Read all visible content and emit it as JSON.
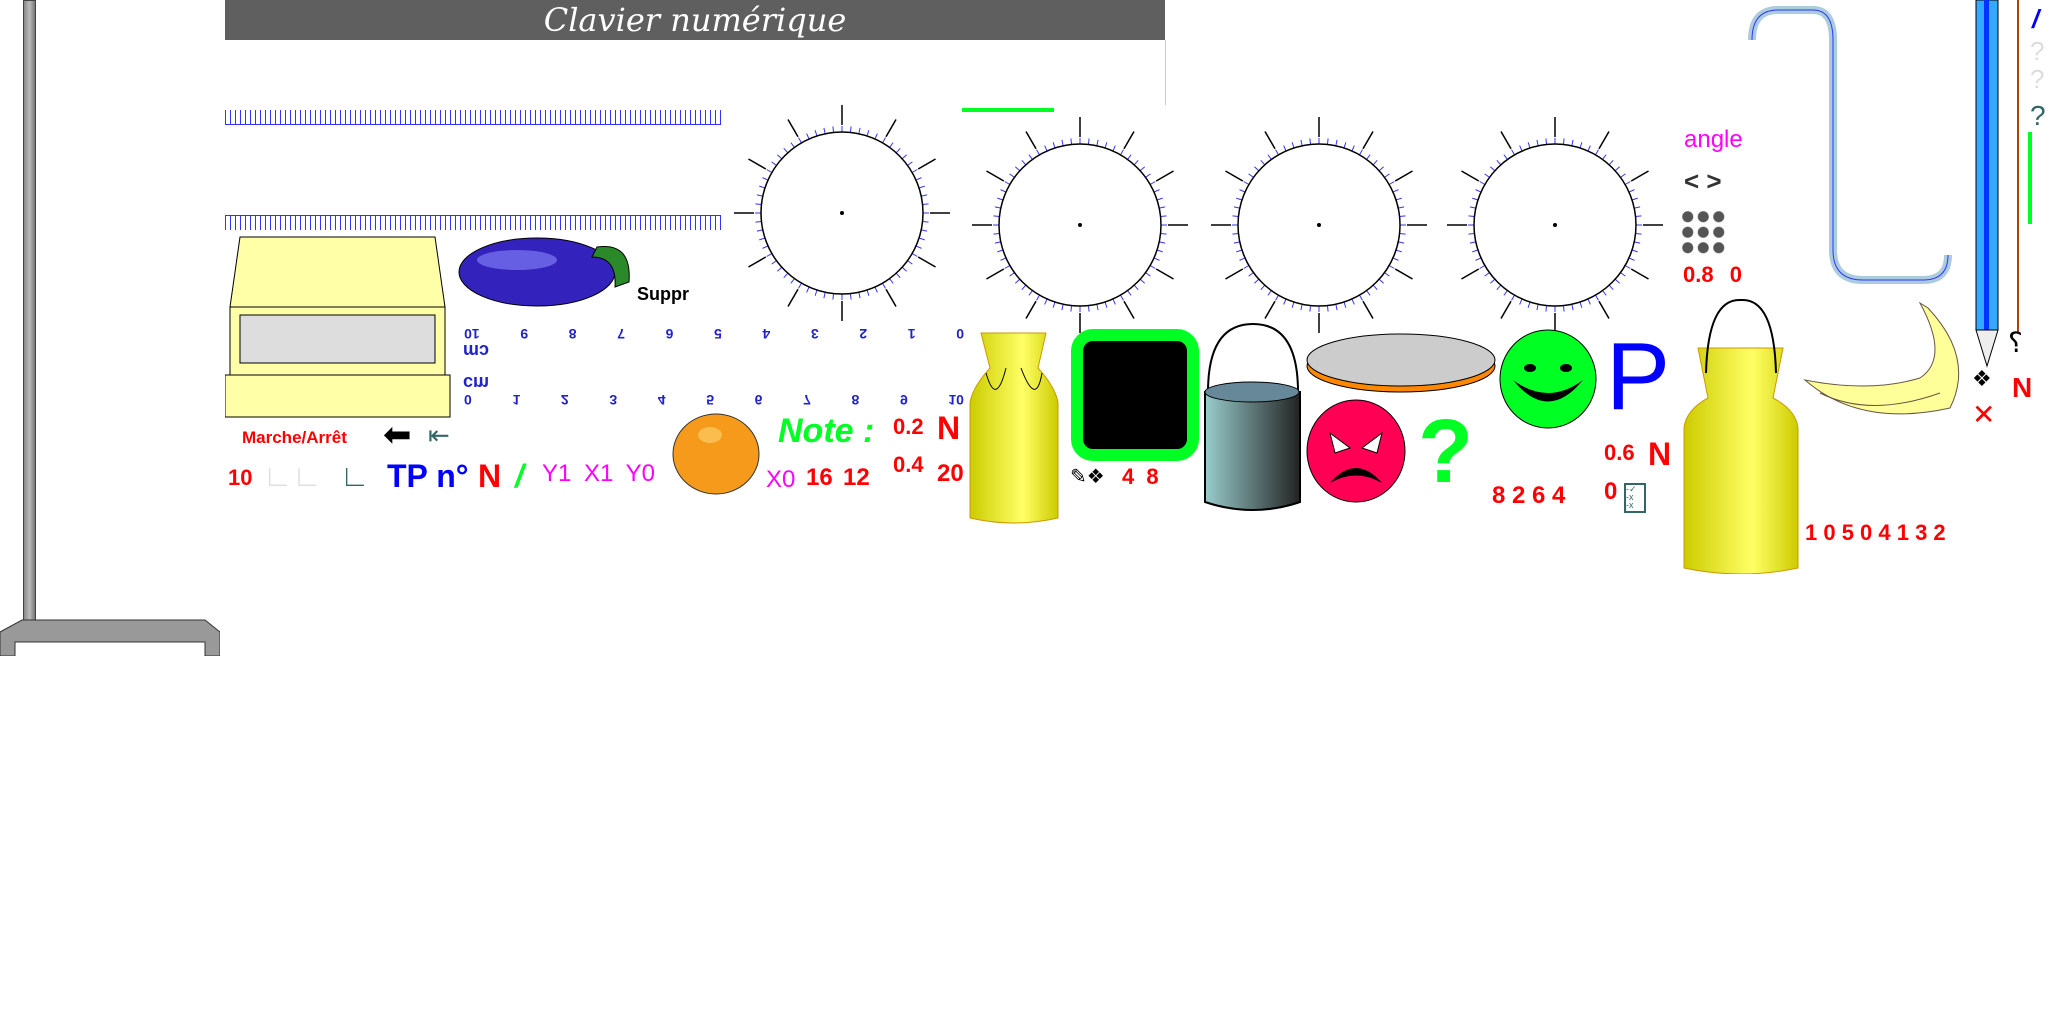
{
  "header": {
    "title": "Clavier numérique"
  },
  "scale": {
    "power_label": "Marche/Arrêt",
    "suppr_label": "Suppr"
  },
  "ruler": {
    "unit": "cm",
    "ticks": [
      "0",
      "1",
      "2",
      "3",
      "4",
      "5",
      "6",
      "7",
      "8",
      "9",
      "10"
    ]
  },
  "bottom_left": {
    "value_10": "10",
    "tp_label": "TP n°",
    "tp_number": "N",
    "slash": "/",
    "y1": "Y1",
    "x1": "X1",
    "y0": "Y0",
    "x0": "X0",
    "v16": "16",
    "v12": "12"
  },
  "note": {
    "label": "Note :",
    "v1": "0.2",
    "unit1": "N",
    "v2": "0.4",
    "v3": "20"
  },
  "mid": {
    "v4": "4",
    "v8": "8",
    "question": "?",
    "p_label": "P",
    "v06": "0.6",
    "unit06": "N",
    "digits": "8 2 6 4",
    "zero": "0"
  },
  "angle": {
    "label": "angle",
    "arrows": "< >",
    "v08": "0.8",
    "v0": "0"
  },
  "right": {
    "digits": "1 0 5 0 4 1 3 2",
    "n_label": "N",
    "slash": "/",
    "q1": "?",
    "q2": "?",
    "q3": "?"
  },
  "colors": {
    "header": "#5f5f5f",
    "red": "#ff0000",
    "magenta": "#ff00ff",
    "green": "#00ff22",
    "blue": "#0000ff"
  }
}
